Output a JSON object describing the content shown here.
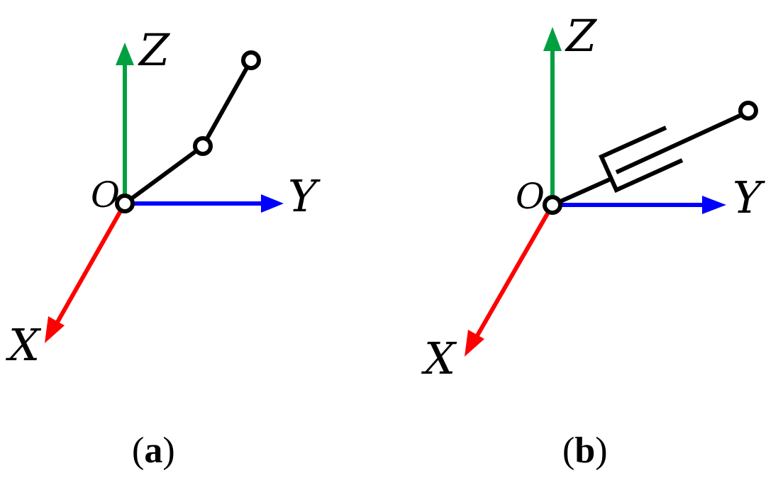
{
  "colors": {
    "x_axis": "#ff0000",
    "y_axis": "#0000ff",
    "z_axis": "#00a040",
    "link": "#000000"
  },
  "panels": [
    {
      "axes": {
        "x": "X",
        "y": "Y",
        "z": "Z"
      },
      "origin": "O",
      "joints": [
        "revolute",
        "revolute"
      ],
      "caption": {
        "open": "(",
        "letter": "a",
        "close": ")"
      }
    },
    {
      "axes": {
        "x": "X",
        "y": "Y",
        "z": "Z"
      },
      "origin": "O",
      "joints": [
        "prismatic"
      ],
      "caption": {
        "open": "(",
        "letter": "b",
        "close": ")"
      }
    }
  ]
}
